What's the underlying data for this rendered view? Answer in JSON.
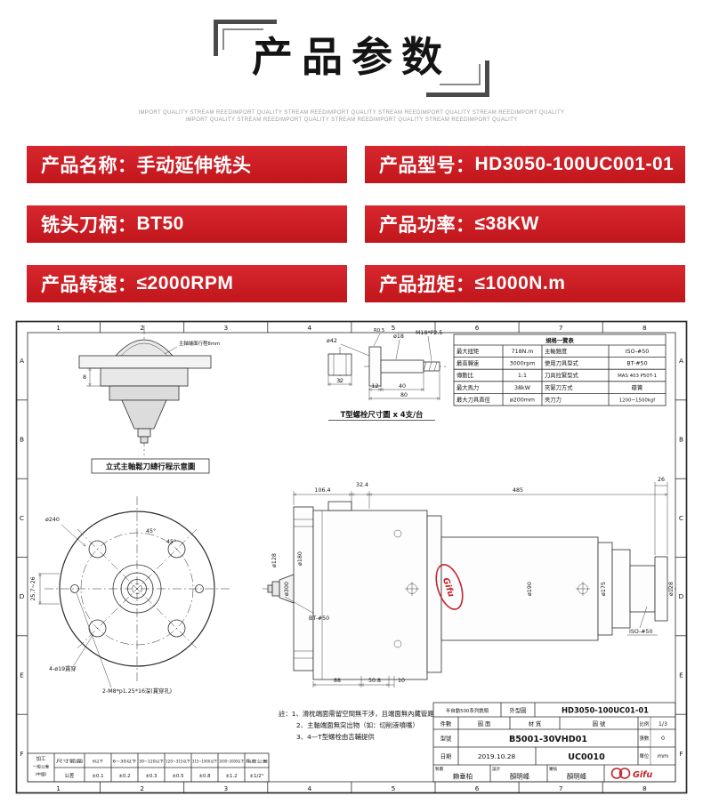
{
  "colors": {
    "bar_red": "#c8191f",
    "logo_red": "#c5222a",
    "bracket_gray": "#4a4a4a"
  },
  "header": {
    "title": "产品参数",
    "tagline1": "IMPORT QUALITY STREAM REEDIMPORT QUALITY STREAM REEDIMPORT QUALITY STREAM REEDIMPORT QUALITY STREAM REEDIMPORT QUALITY",
    "tagline2": "IMPORT QUALITY STREAM REEDIMPORT QUALITY STREAM REEDIMPORT QUALITY STREAM REEDIMPORT QUALITY"
  },
  "params": [
    {
      "label": "产品名称：",
      "value": "手动延伸铣头"
    },
    {
      "label": "产品型号：",
      "value": "HD3050-100UC001-01"
    },
    {
      "label": "铣头刀柄：",
      "value": "BT50"
    },
    {
      "label": "产品功率：",
      "value": "≤38KW"
    },
    {
      "label": "产品转速：",
      "value": "≤2000RPM"
    },
    {
      "label": "产品扭矩：",
      "value": "≤1000N.m"
    }
  ],
  "drawing": {
    "grid": {
      "cols": [
        "1",
        "2",
        "3",
        "4",
        "5",
        "6",
        "7",
        "8"
      ],
      "rows": [
        "A",
        "B",
        "C",
        "D",
        "E",
        "F"
      ]
    },
    "spec_table": {
      "title": "規格一覽表",
      "rows": [
        {
          "l1": "最大扭矩",
          "v1": "718N.m",
          "l2": "主軸錐度",
          "v2": "ISO-#50"
        },
        {
          "l1": "最高轉速",
          "v1": "3000rpm",
          "l2": "使用刀具型式",
          "v2": "BT-#50"
        },
        {
          "l1": "傳動比",
          "v1": "1:1",
          "l2": "刀具拉緊型式",
          "v2": "MAS 403 P50T-1"
        },
        {
          "l1": "最大馬力",
          "v1": "38kW",
          "l2": "夾緊刀方式",
          "v2": "碟簧"
        },
        {
          "l1": "最大刀具直徑",
          "v1": "ø200mm",
          "l2": "夾刀力",
          "v2": "1200~1500kgf"
        }
      ]
    },
    "tbolt": {
      "caption": "T型螺栓尺寸圖 x 4支/台",
      "d42": "ø42",
      "r05": "R0.5",
      "d18": "ø18",
      "thread": "M18*P2.5",
      "dim32": "32",
      "dim12": "12",
      "dim40": "40",
      "dim80": "80"
    },
    "section": {
      "caption": "立式主軸鬆刀總行程示意圖",
      "dim8": "8",
      "note": "主軸端面行程8mm"
    },
    "flange": {
      "d240": "ø240",
      "a45a": "45°",
      "a45b": "45°",
      "dim_range": "25.7~26",
      "holes": "4-ø19貫穿",
      "tapped": "2-M8*p1.25*16深(貫穿孔)"
    },
    "side": {
      "dim106": "106.4",
      "dim32": "32.4",
      "dim485": "485",
      "dim26": "26",
      "d300": "ø300",
      "d180": "ø180",
      "d128a": "ø128",
      "bt50": "BT-#50",
      "d190": "ø190",
      "d175": "ø175",
      "d128b": "ø128",
      "iso50": "ISO-#50",
      "dim88": "88",
      "dim50": "50.8",
      "dim10": "10"
    },
    "notes": [
      "註：1、滑枕端面需留空間無干涉，且端面無內藏管路",
      "2、主軸端面無突出物（如：切削液噴嘴）",
      "3、4—T型螺栓由吉輔提供"
    ],
    "title_block": {
      "series": "半自動500系列銑頭",
      "type": "外型圖",
      "drawing_no": "HD3050-100UC01-01",
      "h_qty": "件數",
      "h_sheet": "圖 面",
      "h_material": "材 質",
      "h_no": "圖 號",
      "scale_label": "比例",
      "scale": "1/3",
      "sheets_label": "張數",
      "sheets": "0",
      "unit_label": "單位",
      "unit": "mm",
      "model_label": "型號",
      "model": "B5001-30VHD01",
      "date_label": "日期",
      "date": "2019.10.28",
      "code": "UC0010",
      "drafter_label": "製圖",
      "drafter": "賴垂柏",
      "designer_label": "設計",
      "designer": "顏明峰",
      "checker_label": "審核",
      "checker": "顏明峰",
      "logo": "Gifu"
    },
    "tolerance": {
      "side1": "加工",
      "side2": "一般公差",
      "side3": "(中國)",
      "header": [
        "尺寸範圍",
        "6以下",
        "6~30以下",
        "30~120以下",
        "120~315以下",
        "315~1000以下",
        "1000~2000以下",
        "角度公差"
      ],
      "values": [
        "公差",
        "±0.1",
        "±0.2",
        "±0.3",
        "±0.5",
        "±0.8",
        "±1.2",
        "±1/2°"
      ]
    }
  }
}
